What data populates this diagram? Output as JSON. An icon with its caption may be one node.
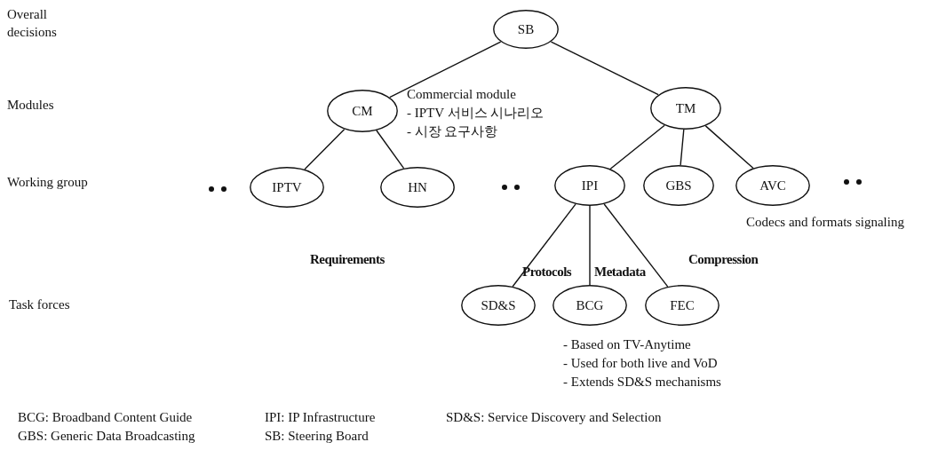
{
  "diagram": {
    "nodes": [
      {
        "text": [
          "SB"
        ]
      },
      {
        "text": [
          "CM"
        ],
        "beside": [
          "Commercial module",
          "- IPTV 서비스 시나리오",
          "- 시장 요구사항"
        ]
      },
      {
        "text": [
          "TM"
        ]
      },
      {
        "text": [
          "IPTV"
        ]
      },
      {
        "text": [
          "HN"
        ]
      },
      {
        "text": [
          "IPI"
        ]
      },
      {
        "text": [
          "GBS"
        ]
      },
      {
        "text": [
          "AVC"
        ],
        "beside": [
          "Codecs and formats signaling"
        ]
      },
      {
        "text": [
          "SD&S"
        ]
      },
      {
        "text": [
          "BCG"
        ],
        "beside": [
          "- Based on TV-Anytime",
          "- Used for both live and VoD",
          "- Extends SD&S mechanisms"
        ]
      },
      {
        "text": [
          "FEC"
        ]
      }
    ],
    "edges": [
      {
        "from": 0,
        "to": 1,
        "arrow": "none"
      },
      {
        "from": 0,
        "to": 2,
        "arrow": "none"
      },
      {
        "from": 1,
        "to": 3,
        "arrow": "none"
      },
      {
        "from": 1,
        "to": 4,
        "arrow": "none"
      },
      {
        "from": 2,
        "to": 5,
        "arrow": "none"
      },
      {
        "from": 2,
        "to": 6,
        "arrow": "none"
      },
      {
        "from": 2,
        "to": 7,
        "arrow": "none"
      },
      {
        "from": 5,
        "to": 8,
        "arrow": "none"
      },
      {
        "from": 5,
        "to": 9,
        "arrow": "none"
      },
      {
        "from": 5,
        "to": 10,
        "arrow": "none"
      }
    ],
    "labels": [
      "Overall decisions",
      "Modules",
      "Working group",
      "Requirements",
      "Protocols",
      "Metadata",
      "Compression",
      "Task forces",
      "BCG: Broadband Content Guide",
      "IPI: IP Infrastructure",
      "SD&S: Service Discovery and Selection",
      "GBS: Generic Data Broadcasting",
      "SB: Steering Board"
    ]
  }
}
